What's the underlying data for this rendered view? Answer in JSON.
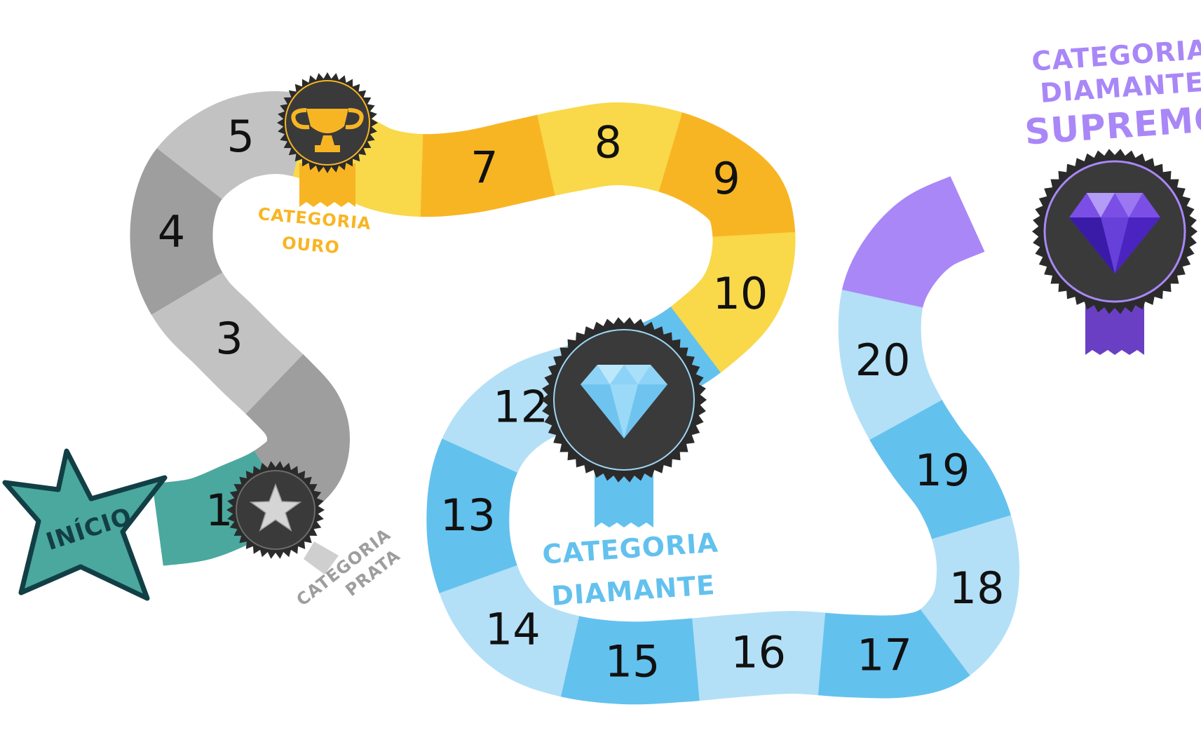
{
  "start_label": "INÍCIO",
  "spaces": [
    {
      "n": "1",
      "color": "#4BA89E"
    },
    {
      "n": "",
      "color": "#9E9E9E"
    },
    {
      "n": "3",
      "color": "#C2C2C2"
    },
    {
      "n": "4",
      "color": "#9E9E9E"
    },
    {
      "n": "5",
      "color": "#C2C2C2"
    },
    {
      "n": "",
      "color": "#F9D84A"
    },
    {
      "n": "7",
      "color": "#F8B523"
    },
    {
      "n": "8",
      "color": "#F9D84A"
    },
    {
      "n": "9",
      "color": "#F8B523"
    },
    {
      "n": "10",
      "color": "#F9D84A"
    },
    {
      "n": "",
      "color": "#63C1EE"
    },
    {
      "n": "12",
      "color": "#B3E0F7"
    },
    {
      "n": "13",
      "color": "#63C1EE"
    },
    {
      "n": "14",
      "color": "#B3E0F7"
    },
    {
      "n": "15",
      "color": "#63C1EE"
    },
    {
      "n": "16",
      "color": "#B3E0F7"
    },
    {
      "n": "17",
      "color": "#63C1EE"
    },
    {
      "n": "18",
      "color": "#B3E0F7"
    },
    {
      "n": "19",
      "color": "#63C1EE"
    },
    {
      "n": "20",
      "color": "#B3E0F7"
    },
    {
      "n": "",
      "color": "#A987F7"
    }
  ],
  "categories": {
    "prata": {
      "line1": "CATEGORIA",
      "line2": "PRATA",
      "color": "#9E9E9E",
      "icon": "star-icon"
    },
    "ouro": {
      "line1": "CATEGORIA",
      "line2": "OURO",
      "color": "#F8B523",
      "icon": "trophy-icon"
    },
    "diamante": {
      "line1": "CATEGORIA",
      "line2": "DIAMANTE",
      "color": "#63C1EE",
      "icon": "diamond-icon"
    },
    "supremo": {
      "line1": "CATEGORIA",
      "line2": "DIAMANTE",
      "line3": "SUPREMO",
      "color": "#A987F7",
      "icon": "purple-diamond-icon"
    }
  },
  "colors": {
    "start_star": "#4BA89E",
    "badge_dark": "#2B2B2B"
  }
}
